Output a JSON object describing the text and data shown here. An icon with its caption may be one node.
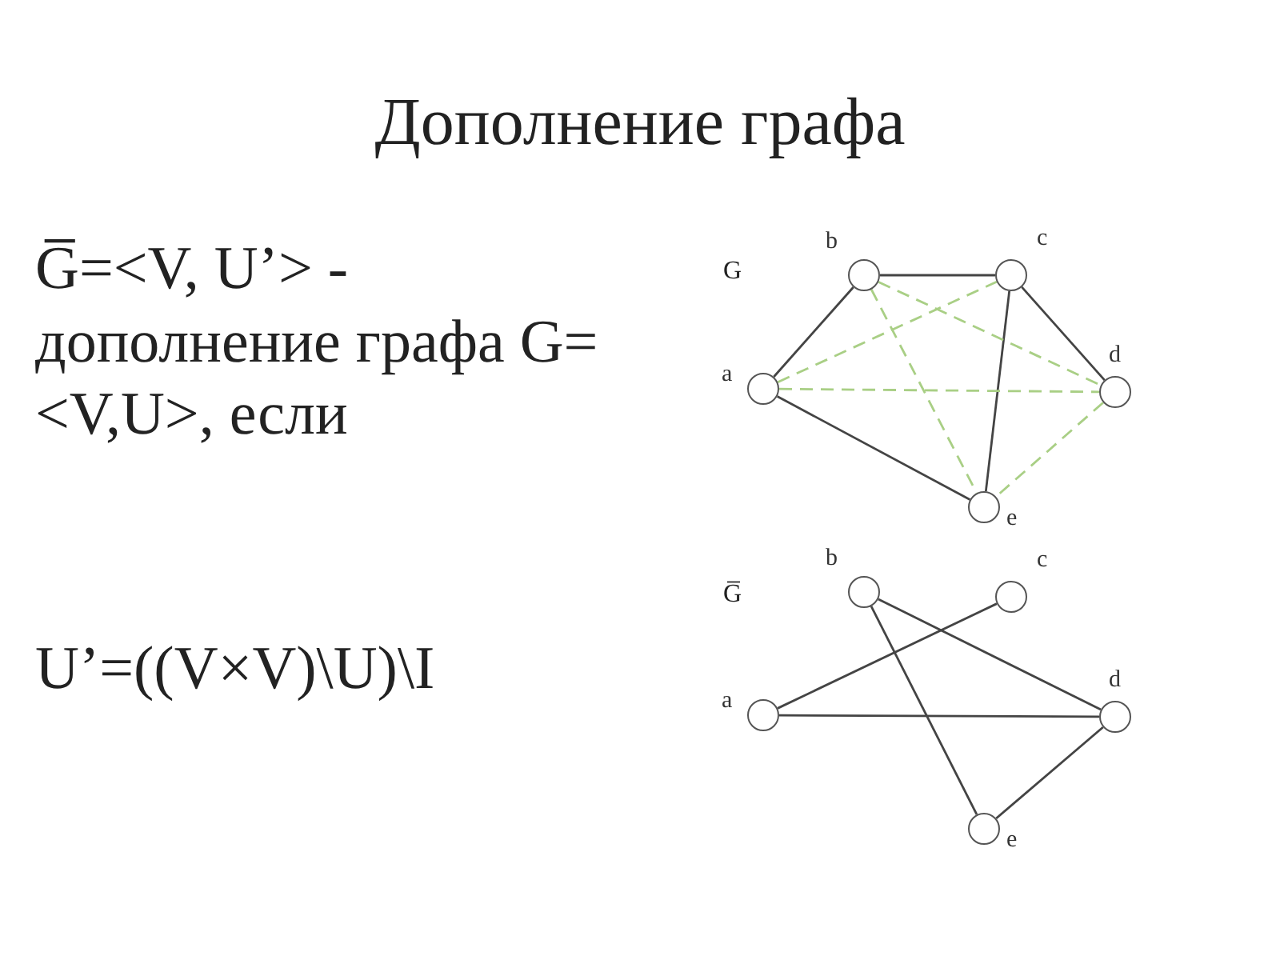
{
  "diagram": {
    "title": "Дополнение графа",
    "nodes": [
      {
        "text": [],
        "shape": "circle",
        "beside": [
          "a"
        ]
      },
      {
        "text": [],
        "shape": "circle",
        "beside": [
          "b"
        ]
      },
      {
        "text": [],
        "shape": "circle",
        "beside": [
          "c"
        ]
      },
      {
        "text": [],
        "shape": "circle",
        "beside": [
          "d"
        ]
      },
      {
        "text": [],
        "shape": "circle",
        "beside": [
          "e"
        ]
      },
      {
        "text": [],
        "shape": "circle",
        "beside": [
          "a"
        ]
      },
      {
        "text": [],
        "shape": "circle",
        "beside": [
          "b"
        ]
      },
      {
        "text": [],
        "shape": "circle",
        "beside": [
          "c"
        ]
      },
      {
        "text": [],
        "shape": "circle",
        "beside": [
          "d"
        ]
      },
      {
        "text": [],
        "shape": "circle",
        "beside": [
          "e"
        ]
      }
    ],
    "edges": [
      {
        "from": 0,
        "to": 1,
        "arrow": "none"
      },
      {
        "from": 1,
        "to": 2,
        "arrow": "none"
      },
      {
        "from": 2,
        "to": 3,
        "arrow": "none"
      },
      {
        "from": 2,
        "to": 4,
        "arrow": "none"
      },
      {
        "from": 0,
        "to": 4,
        "arrow": "none"
      },
      {
        "from": 0,
        "to": 2,
        "arrow": "none",
        "style": "dashed",
        "color": "#a9cf85"
      },
      {
        "from": 0,
        "to": 3,
        "arrow": "none",
        "style": "dashed",
        "color": "#a9cf85"
      },
      {
        "from": 1,
        "to": 3,
        "arrow": "none",
        "style": "dashed",
        "color": "#a9cf85"
      },
      {
        "from": 1,
        "to": 4,
        "arrow": "none",
        "style": "dashed",
        "color": "#a9cf85"
      },
      {
        "from": 3,
        "to": 4,
        "arrow": "none",
        "style": "dashed",
        "color": "#a9cf85"
      },
      {
        "from": 5,
        "to": 7,
        "arrow": "none"
      },
      {
        "from": 5,
        "to": 8,
        "arrow": "none"
      },
      {
        "from": 6,
        "to": 8,
        "arrow": "none"
      },
      {
        "from": 6,
        "to": 9,
        "arrow": "none"
      },
      {
        "from": 8,
        "to": 9,
        "arrow": "none"
      }
    ],
    "labels": [
      "G̅=<V, U’>  - дополнение графа G=<V,U>, если",
      "U’=((V×V)\\U)\\I",
      "G",
      "G̅"
    ]
  }
}
